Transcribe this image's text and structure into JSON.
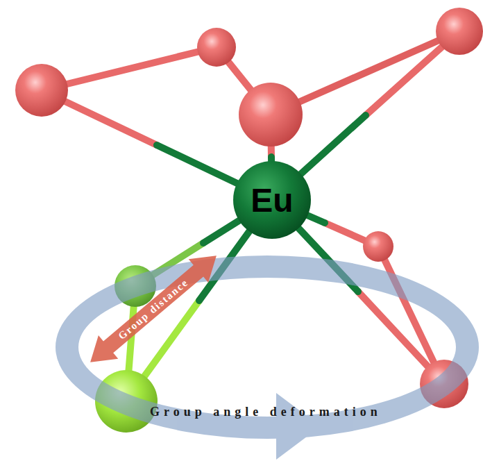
{
  "diagram": {
    "nodes": [
      {
        "text": [
          "Eu"
        ]
      }
    ],
    "labels": [
      "Group distance",
      "Group angle deformation"
    ]
  }
}
